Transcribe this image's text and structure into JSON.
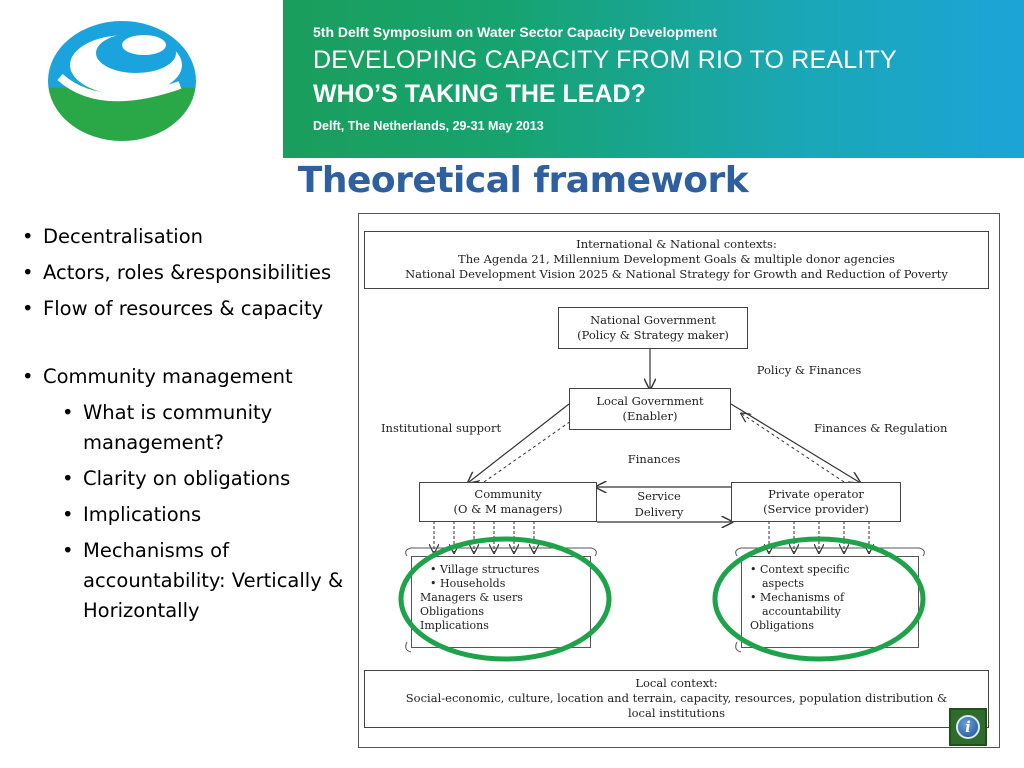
{
  "banner": {
    "line1": "5th Delft Symposium on Water Sector Capacity Development",
    "line2": "DEVELOPING CAPACITY FROM RIO TO REALITY",
    "line3": "WHO’S TAKING THE LEAD?",
    "line4": "Delft, The Netherlands, 29-31 May 2013"
  },
  "title": "Theoretical framework",
  "bullets": {
    "b1": "Decentralisation",
    "b2": "Actors, roles &responsibilities",
    "b3": "Flow of resources & capacity",
    "b4": "Community management",
    "s1": "What is community management?",
    "s2": "Clarity on obligations",
    "s3": "Implications",
    "s4": "Mechanisms of accountability: Vertically & Horizontally"
  },
  "diagram": {
    "context_top": {
      "l1": "International & National contexts:",
      "l2": "The Agenda 21, Millennium Development Goals & multiple donor agencies",
      "l3": "National Development Vision 2025 & National Strategy for Growth and Reduction of Poverty"
    },
    "national_gov": {
      "l1": "National Government",
      "l2": "(Policy & Strategy maker)"
    },
    "policy_finances": "Policy & Finances",
    "local_gov": {
      "l1": "Local Government",
      "l2": "(Enabler)"
    },
    "institutional_support": "Institutional support",
    "finances_regulation": "Finances & Regulation",
    "finances": "Finances",
    "community": {
      "l1": "Community",
      "l2": "(O & M managers)"
    },
    "service_delivery": {
      "l1": "Service",
      "l2": "Delivery"
    },
    "private_operator": {
      "l1": "Private operator",
      "l2": "(Service provider)"
    },
    "left_scroll": {
      "b1": "• Village structures",
      "b2": "• Households",
      "l3": "Managers & users",
      "l4": "Obligations",
      "l5": "Implications"
    },
    "right_scroll": {
      "b1": "• Context specific",
      "b1b": "aspects",
      "b2": "• Mechanisms of",
      "b2b": "accountability",
      "l3": "Obligations"
    },
    "context_bottom": {
      "l1": "Local context:",
      "l2": "Social-economic, culture, location and terrain, capacity, resources, population distribution &",
      "l3": "local institutions"
    },
    "info_glyph": "i"
  },
  "colors": {
    "title": "#2e5f9e",
    "banner_start": "#1a9e5c",
    "banner_end": "#1ca4d8",
    "highlight_circle": "#1fa34a",
    "logo_blue": "#1ba3dd",
    "logo_green": "#2aa847"
  }
}
